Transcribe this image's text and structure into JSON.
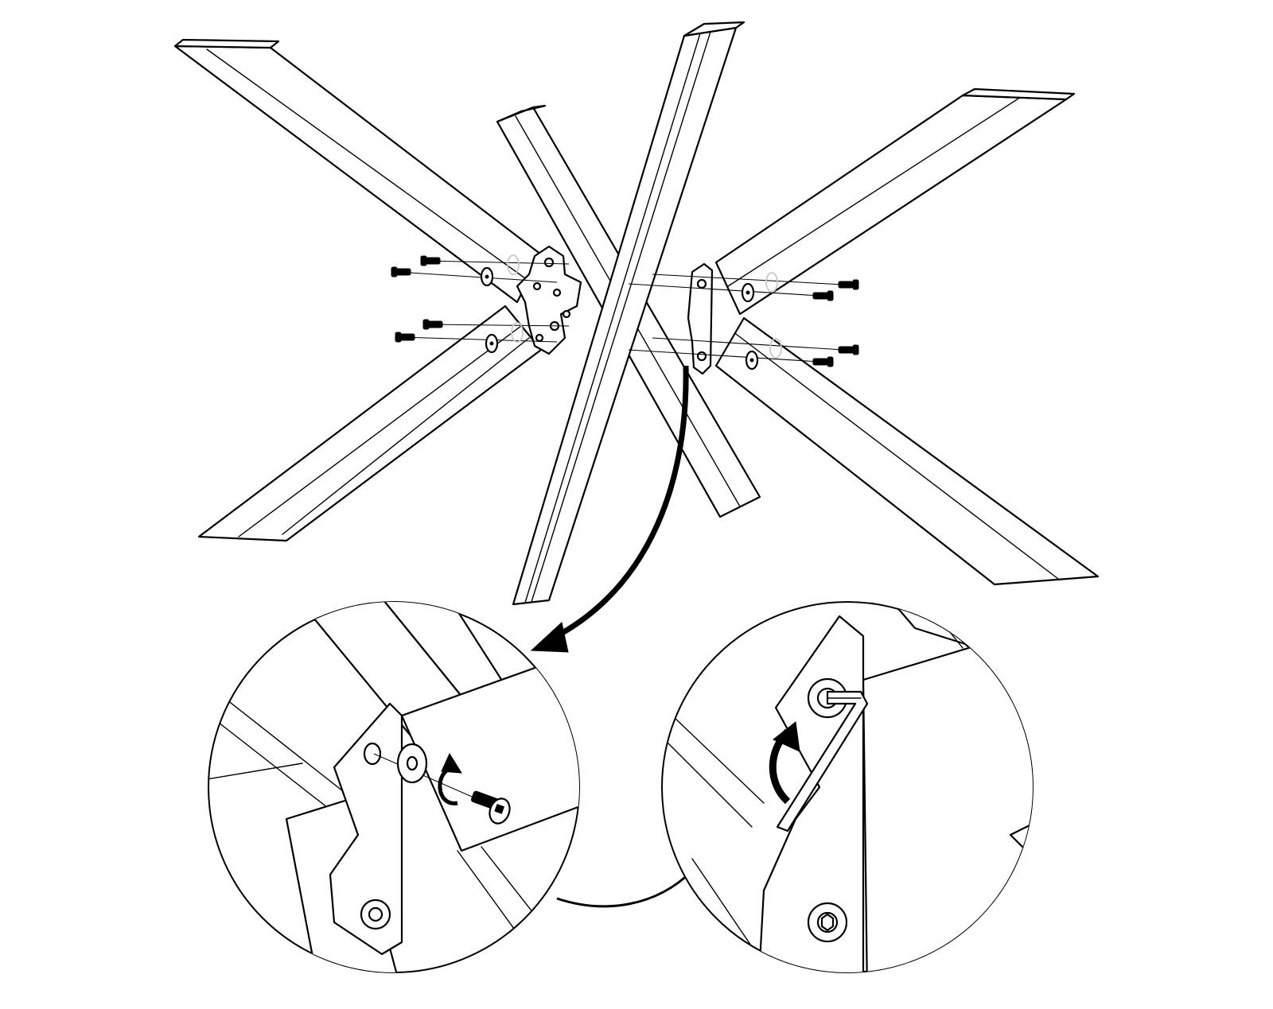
{
  "colors": {
    "ink": "#000000",
    "paper": "#ffffff",
    "ghost": "#c9c9c9"
  },
  "panels": [
    {
      "id": "overview",
      "depicts": "spider-leg-table-frame-exploded"
    },
    {
      "id": "detail-1",
      "depicts": "screw-washer-insertion"
    },
    {
      "id": "detail-2",
      "depicts": "hex-key-tightening"
    }
  ],
  "icons": [
    "screw-icon",
    "washer-icon",
    "rotate-arrow-icon",
    "hex-key-icon",
    "flow-arrow-icon"
  ]
}
